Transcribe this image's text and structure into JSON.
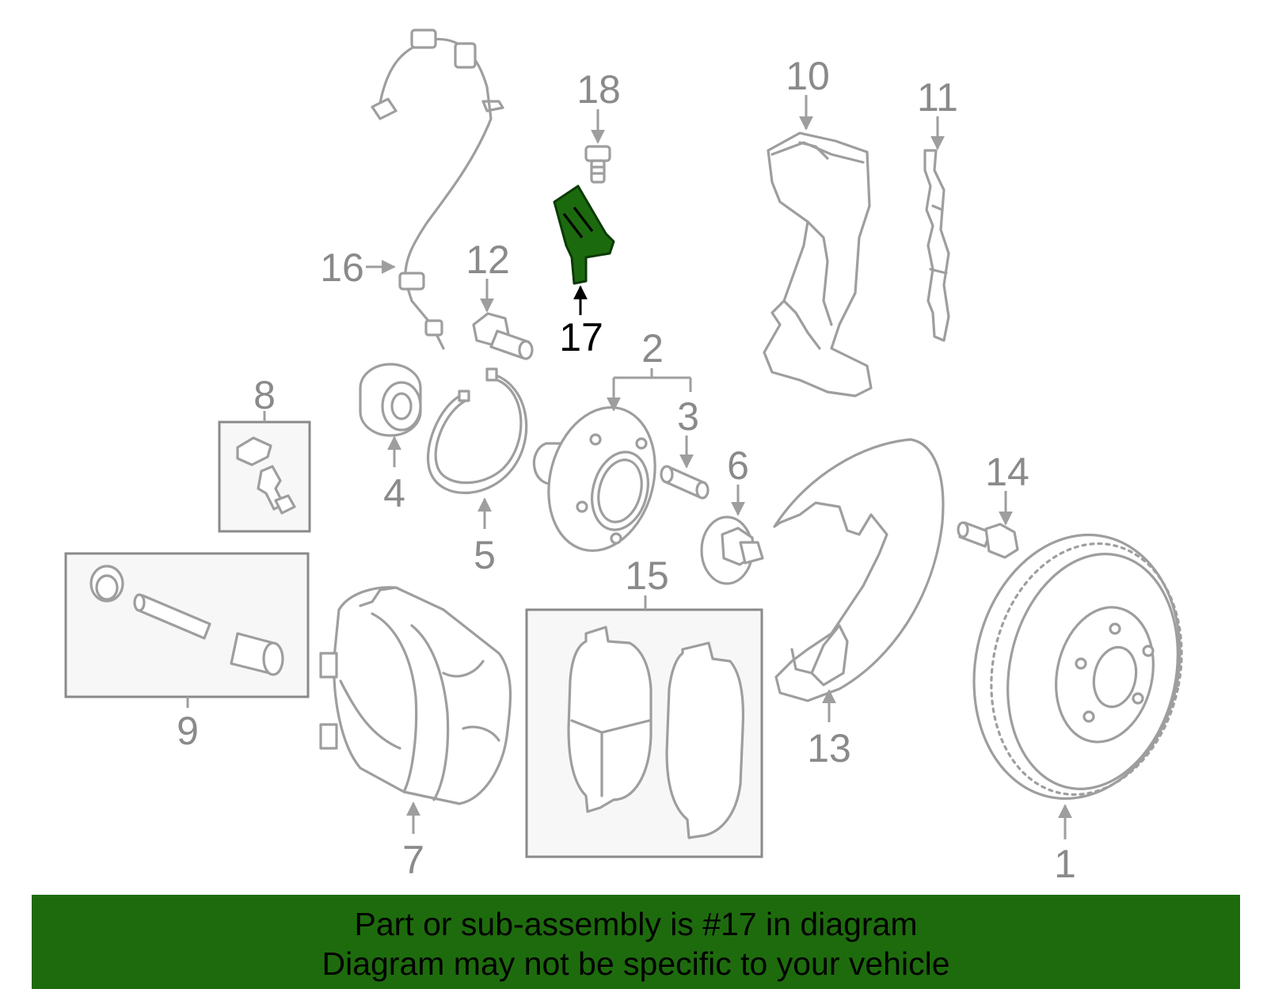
{
  "diagram": {
    "highlighted_part": "17",
    "highlight_color": "#1e6b0e",
    "callouts": [
      "1",
      "2",
      "3",
      "4",
      "5",
      "6",
      "7",
      "8",
      "9",
      "10",
      "11",
      "12",
      "13",
      "14",
      "15",
      "16",
      "17",
      "18"
    ]
  },
  "banner": {
    "line1": "Part or sub-assembly is #17 in diagram",
    "line2": "Diagram may not be specific to your vehicle"
  }
}
